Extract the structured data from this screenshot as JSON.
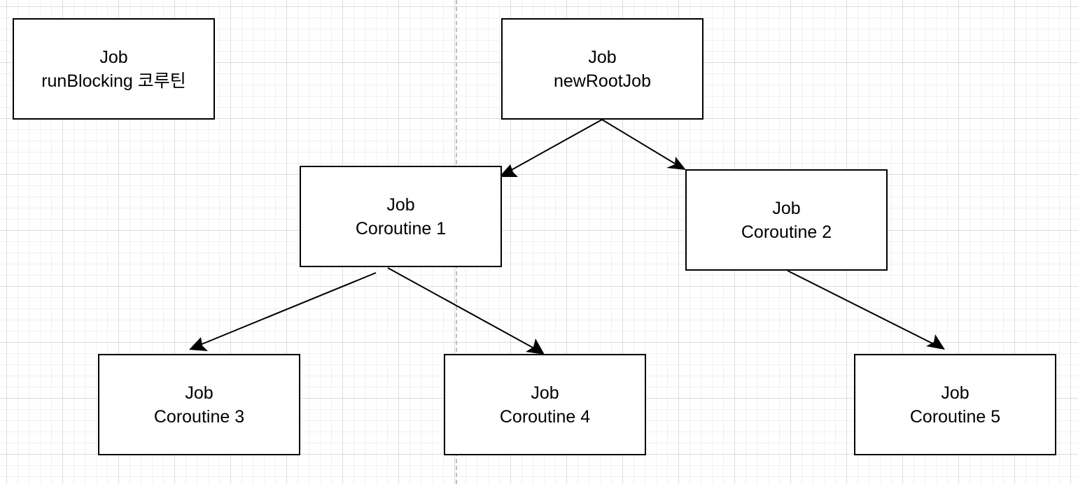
{
  "diagram": {
    "nodes": [
      {
        "id": "run-blocking",
        "line1": "Job",
        "line2": "runBlocking 코루틴"
      },
      {
        "id": "new-root-job",
        "line1": "Job",
        "line2": "newRootJob"
      },
      {
        "id": "coroutine-1",
        "line1": "Job",
        "line2": "Coroutine 1"
      },
      {
        "id": "coroutine-2",
        "line1": "Job",
        "line2": "Coroutine 2"
      },
      {
        "id": "coroutine-3",
        "line1": "Job",
        "line2": "Coroutine 3"
      },
      {
        "id": "coroutine-4",
        "line1": "Job",
        "line2": "Coroutine 4"
      },
      {
        "id": "coroutine-5",
        "line1": "Job",
        "line2": "Coroutine 5"
      }
    ],
    "edges": [
      {
        "from": "new-root-job",
        "to": "coroutine-1"
      },
      {
        "from": "new-root-job",
        "to": "coroutine-2"
      },
      {
        "from": "coroutine-1",
        "to": "coroutine-3"
      },
      {
        "from": "coroutine-1",
        "to": "coroutine-4"
      },
      {
        "from": "coroutine-2",
        "to": "coroutine-5"
      }
    ]
  }
}
